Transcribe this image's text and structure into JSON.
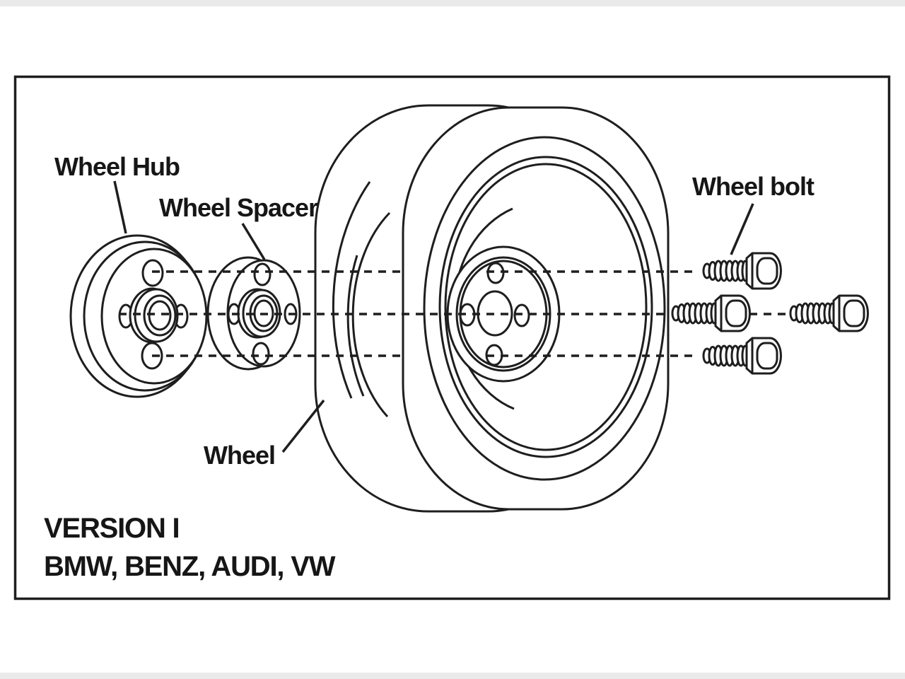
{
  "diagram": {
    "title_hint": "wheel spacer exploded-view installation diagram",
    "labels": {
      "wheel_hub": "Wheel Hub",
      "wheel_spacer": "Wheel Spacer",
      "wheel": "Wheel",
      "wheel_bolt": "Wheel bolt"
    },
    "caption": {
      "version": "VERSION I",
      "applications": "BMW, BENZ, AUDI, VW"
    },
    "colors": {
      "ink": "#1e1e1e",
      "background": "#ffffff",
      "edge_band": "#eaeaea"
    },
    "parts_count": {
      "wheel_bolts": 4,
      "bolt_holes_per_part": 4
    }
  }
}
